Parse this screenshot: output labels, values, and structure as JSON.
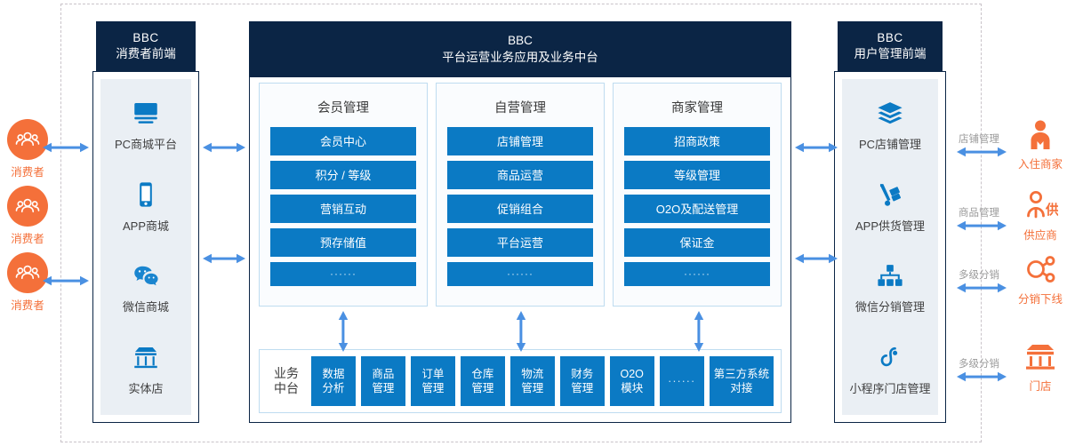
{
  "colors": {
    "navy": "#0b2545",
    "blue": "#0b7ac4",
    "arrow_blue": "#4a90e2",
    "orange": "#f4703a",
    "panel_bg": "#eaeff4",
    "dashed": "#c9c3c9"
  },
  "left_actors": [
    {
      "name": "消费者",
      "icon": "consumers-group-icon"
    },
    {
      "name": "消费者",
      "icon": "consumers-group-icon"
    },
    {
      "name": "消费者",
      "icon": "consumers-group-icon"
    }
  ],
  "left_column": {
    "header": {
      "line1": "BBC",
      "line2": "消费者前端"
    },
    "channels": [
      {
        "label": "PC商城平台",
        "icon": "monitor-icon"
      },
      {
        "label": "APP商城",
        "icon": "smartphone-icon"
      },
      {
        "label": "微信商城",
        "icon": "wechat-icon"
      },
      {
        "label": "实体店",
        "icon": "storefront-icon"
      }
    ]
  },
  "center": {
    "header": {
      "line1": "BBC",
      "line2": "平台运营业务应用及业务中台"
    },
    "panels": [
      {
        "title": "会员管理",
        "items": [
          "会员中心",
          "积分 / 等级",
          "营销互动",
          "预存储值",
          "······"
        ]
      },
      {
        "title": "自营管理",
        "items": [
          "店铺管理",
          "商品运营",
          "促销组合",
          "平台运营",
          "······"
        ]
      },
      {
        "title": "商家管理",
        "items": [
          "招商政策",
          "等级管理",
          "O2O及配送管理",
          "保证金",
          "······"
        ]
      }
    ],
    "midbar": {
      "label_line1": "业务",
      "label_line2": "中台",
      "modules": [
        {
          "line1": "数据",
          "line2": "分析"
        },
        {
          "line1": "商品",
          "line2": "管理"
        },
        {
          "line1": "订单",
          "line2": "管理"
        },
        {
          "line1": "仓库",
          "line2": "管理"
        },
        {
          "line1": "物流",
          "line2": "管理"
        },
        {
          "line1": "财务",
          "line2": "管理"
        },
        {
          "line1": "O2O",
          "line2": "模块"
        },
        {
          "line1": "······",
          "line2": ""
        },
        {
          "line1": "第三方系统",
          "line2": "对接"
        }
      ]
    }
  },
  "right_column": {
    "header": {
      "line1": "BBC",
      "line2": "用户管理前端"
    },
    "channels": [
      {
        "label": "PC店铺管理",
        "icon": "layers-icon"
      },
      {
        "label": "APP供货管理",
        "icon": "hand-truck-icon"
      },
      {
        "label": "微信分销管理",
        "icon": "org-tree-icon"
      },
      {
        "label": "小程序门店管理",
        "icon": "mini-program-icon"
      }
    ]
  },
  "right_actors": [
    {
      "relation": "店铺管理",
      "name": "入住商家",
      "icon": "merchant-person-icon"
    },
    {
      "relation": "商品管理",
      "name": "供应商",
      "icon": "supplier-icon"
    },
    {
      "relation": "多级分销",
      "name": "分销下线",
      "icon": "network-nodes-icon"
    },
    {
      "relation": "多级分销",
      "name": "门店",
      "icon": "store-icon"
    }
  ]
}
